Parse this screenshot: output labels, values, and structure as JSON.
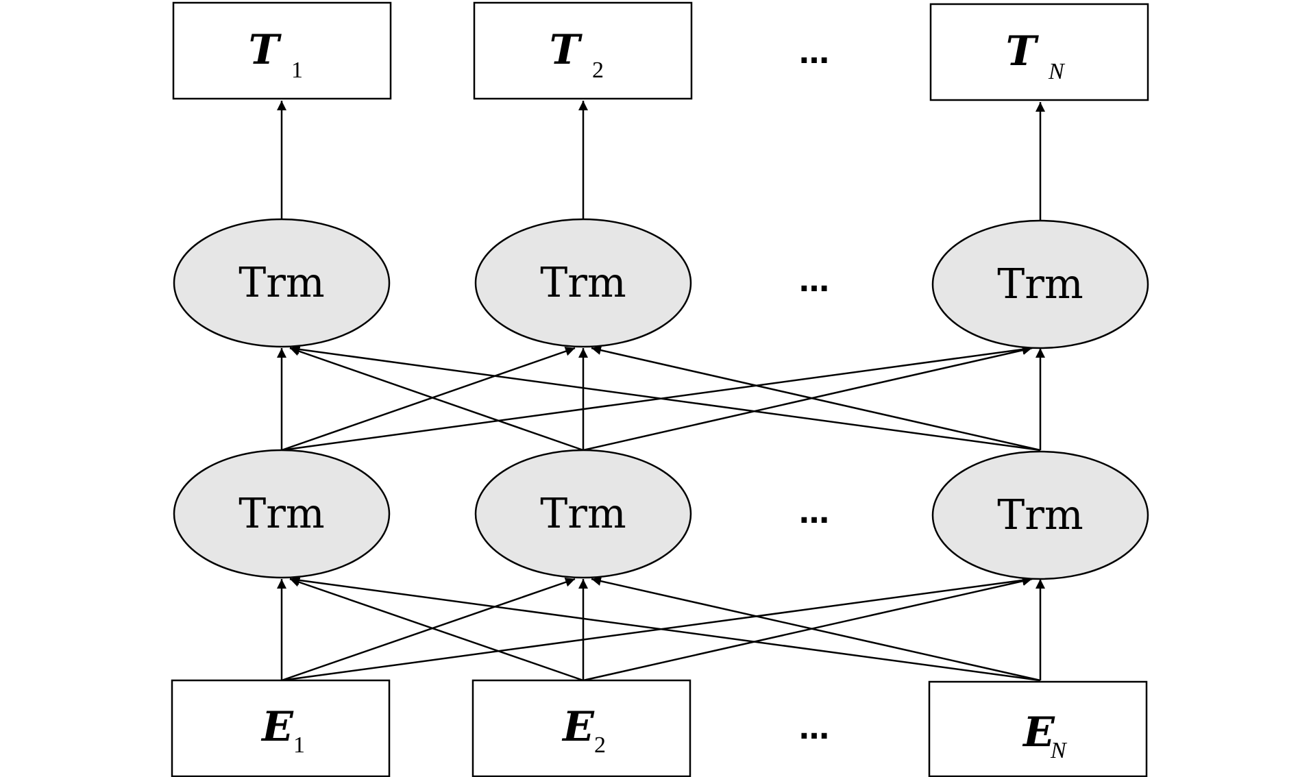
{
  "outputs": [
    {
      "symbol": "T",
      "subscript": "1"
    },
    {
      "symbol": "T",
      "subscript": "2"
    },
    {
      "symbol": "T",
      "subscript": "N"
    }
  ],
  "upper_layer": [
    {
      "label": "Trm"
    },
    {
      "label": "Trm"
    },
    {
      "label": "Trm"
    }
  ],
  "lower_layer": [
    {
      "label": "Trm"
    },
    {
      "label": "Trm"
    },
    {
      "label": "Trm"
    }
  ],
  "inputs": [
    {
      "symbol": "E",
      "subscript": "1"
    },
    {
      "symbol": "E",
      "subscript": "2"
    },
    {
      "symbol": "E",
      "subscript": "N"
    }
  ],
  "ellipsis": "…",
  "colors": {
    "node_fill": "#e6e6e6",
    "stroke": "#000000",
    "background": "#ffffff"
  }
}
